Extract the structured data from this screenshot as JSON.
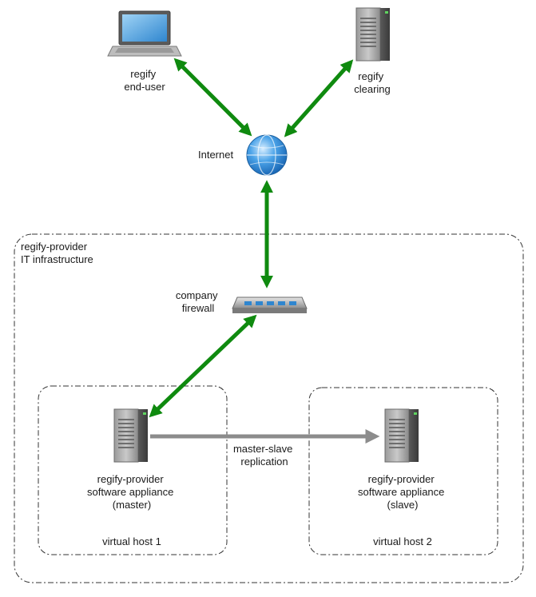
{
  "nodes": {
    "end_user": {
      "label_lines": [
        "regify",
        "end-user"
      ],
      "icon": "laptop-icon"
    },
    "clearing": {
      "label_lines": [
        "regify",
        "clearing"
      ],
      "icon": "server-icon"
    },
    "internet": {
      "label": "Internet",
      "icon": "globe-icon"
    },
    "firewall": {
      "label_lines": [
        "company",
        "firewall"
      ],
      "icon": "firewall-icon"
    },
    "master": {
      "label_lines": [
        "regify-provider",
        "software appliance",
        "(master)"
      ],
      "icon": "server-icon"
    },
    "slave": {
      "label_lines": [
        "regify-provider",
        "software appliance",
        "(slave)"
      ],
      "icon": "server-icon"
    }
  },
  "groups": {
    "infrastructure": {
      "label_lines": [
        "regify-provider",
        "IT infrastructure"
      ]
    },
    "host1": {
      "label": "virtual host 1"
    },
    "host2": {
      "label": "virtual host 2"
    }
  },
  "edges": {
    "replication": {
      "label_lines": [
        "master-slave",
        "replication"
      ]
    }
  },
  "colors": {
    "connection": "#0f8a0f",
    "replication": "#8c8c8c",
    "boundary": "#333333"
  }
}
